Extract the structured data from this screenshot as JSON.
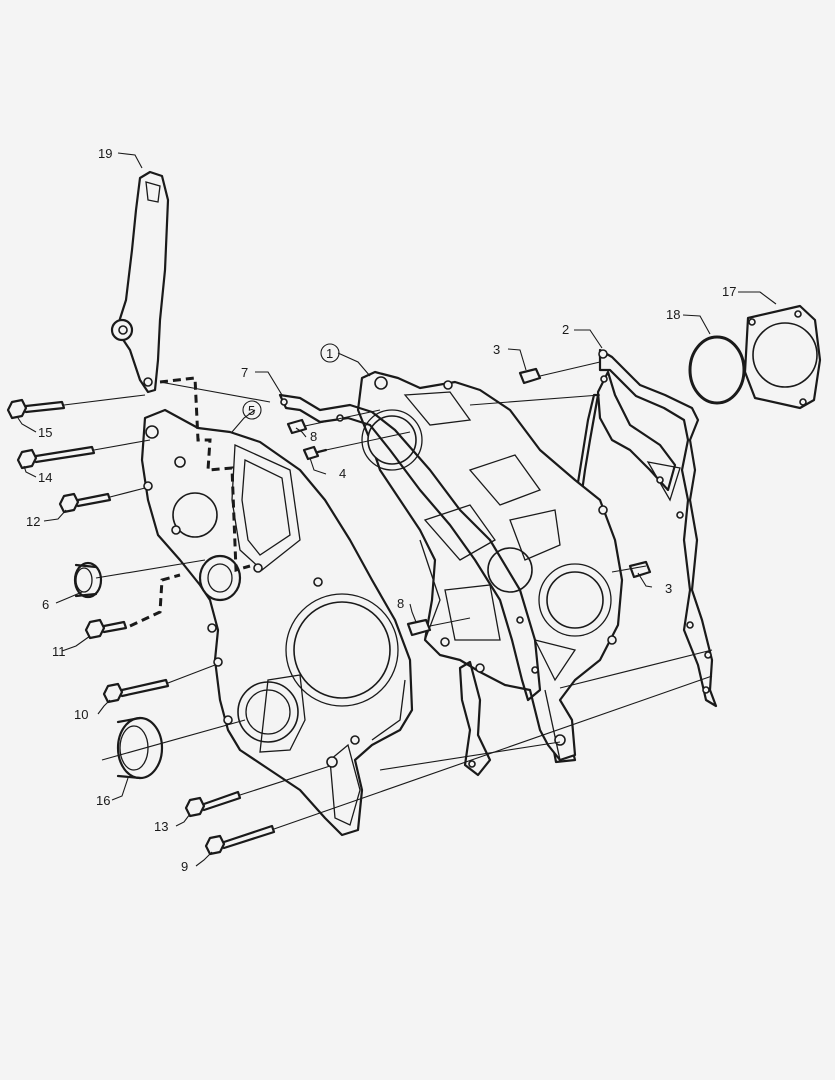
{
  "callouts": [
    {
      "id": "c1",
      "text": "1",
      "circled": true
    },
    {
      "id": "c2",
      "text": "2",
      "circled": false
    },
    {
      "id": "c3a",
      "text": "3",
      "circled": false
    },
    {
      "id": "c3b",
      "text": "3",
      "circled": false
    },
    {
      "id": "c4",
      "text": "4",
      "circled": false
    },
    {
      "id": "c5",
      "text": "5",
      "circled": true
    },
    {
      "id": "c6",
      "text": "6",
      "circled": false
    },
    {
      "id": "c7",
      "text": "7",
      "circled": false
    },
    {
      "id": "c8a",
      "text": "8",
      "circled": false
    },
    {
      "id": "c8b",
      "text": "8",
      "circled": false
    },
    {
      "id": "c9",
      "text": "9",
      "circled": false
    },
    {
      "id": "c10",
      "text": "10",
      "circled": false
    },
    {
      "id": "c11",
      "text": "11",
      "circled": false
    },
    {
      "id": "c12",
      "text": "12",
      "circled": false
    },
    {
      "id": "c13",
      "text": "13",
      "circled": false
    },
    {
      "id": "c14",
      "text": "14",
      "circled": false
    },
    {
      "id": "c15",
      "text": "15",
      "circled": false
    },
    {
      "id": "c16",
      "text": "16",
      "circled": false
    },
    {
      "id": "c17",
      "text": "17",
      "circled": false
    },
    {
      "id": "c18",
      "text": "18",
      "circled": false
    },
    {
      "id": "c19",
      "text": "19",
      "circled": false
    }
  ],
  "colors": {
    "ink": "#1a1a1a",
    "paper": "#f4f4f4"
  }
}
